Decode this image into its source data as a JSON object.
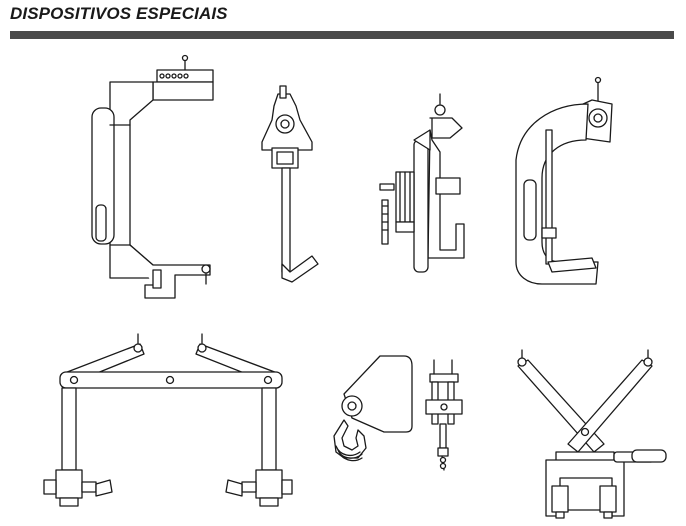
{
  "page": {
    "title": "DISPOSITIVOS ESPECIAIS",
    "rule_color": "#4a4a4a"
  },
  "illustrations": [
    "c-hook-lifter",
    "vertical-plate-clamp",
    "beam-flange-clamp",
    "curved-c-clamp",
    "spreader-beam-with-clamps",
    "hook-and-clamp-detail",
    "scissor-clamp"
  ]
}
